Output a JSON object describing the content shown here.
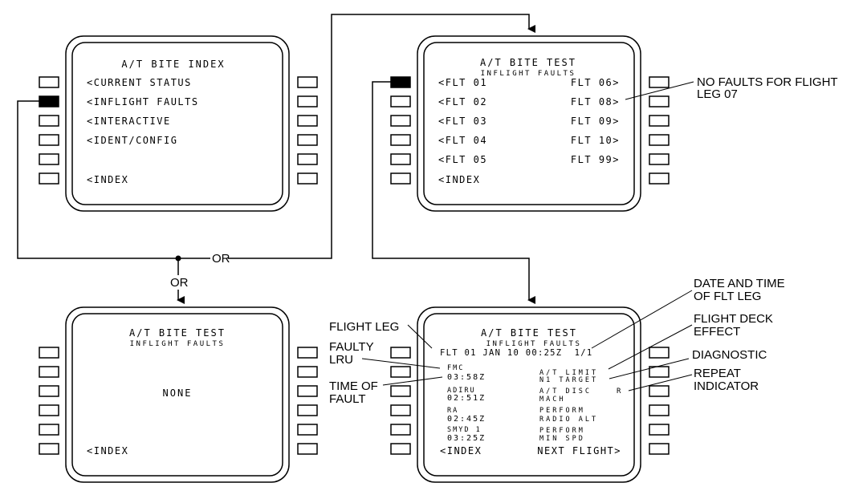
{
  "screens": {
    "index": {
      "title": "A/T BITE INDEX",
      "items": [
        "<CURRENT STATUS",
        "<INFLIGHT FAULTS",
        "<INTERACTIVE",
        "<IDENT/CONFIG"
      ],
      "index_label": "<INDEX"
    },
    "test_top": {
      "title": "A/T BITE TEST",
      "subtitle": "INFLIGHT FAULTS",
      "left_items": [
        "<FLT 01",
        "<FLT 02",
        "<FLT 03",
        "<FLT 04",
        "<FLT 05"
      ],
      "right_items": [
        "FLT 06>",
        "FLT 08>",
        "FLT 09>",
        "FLT 10>",
        "FLT 99>"
      ],
      "index_label": "<INDEX"
    },
    "none": {
      "title": "A/T BITE TEST",
      "subtitle": "INFLIGHT FAULTS",
      "message": "NONE",
      "index_label": "<INDEX"
    },
    "detail": {
      "title": "A/T BITE TEST",
      "subtitle": "INFLIGHT FAULTS",
      "header_line": "FLT 01 JAN 10 00:25Z  1/1",
      "faults": [
        {
          "lru": "FMC",
          "time": "03:58Z",
          "effect": "A/T LIMIT",
          "diagnostic": "N1 TARGET",
          "repeat": ""
        },
        {
          "lru": "ADIRU",
          "time": "02:51Z",
          "effect": "A/T DISC",
          "diagnostic": "MACH",
          "repeat": "R"
        },
        {
          "lru": "RA",
          "time": "02:45Z",
          "effect": "PERFORM",
          "diagnostic": "RADIO ALT",
          "repeat": ""
        },
        {
          "lru": "SMYD 1",
          "time": "03:25Z",
          "effect": "PERFORM",
          "diagnostic": "MIN SPD",
          "repeat": ""
        }
      ],
      "index_label": "<INDEX",
      "next_label": "NEXT FLIGHT>"
    }
  },
  "connector_labels": {
    "or_right": "OR",
    "or_down": "OR"
  },
  "callouts": {
    "no_faults": [
      "NO FAULTS FOR FLIGHT",
      "LEG 07"
    ],
    "date_time": [
      "DATE AND TIME",
      "OF FLT LEG"
    ],
    "flight_deck": [
      "FLIGHT DECK",
      "EFFECT"
    ],
    "diagnostic": [
      "DIAGNOSTIC"
    ],
    "repeat": [
      "REPEAT",
      "INDICATOR"
    ],
    "flight_leg": [
      "FLIGHT LEG"
    ],
    "faulty_lru": [
      "FAULTY",
      "LRU"
    ],
    "time_of_fault": [
      "TIME OF",
      "FAULT"
    ]
  }
}
